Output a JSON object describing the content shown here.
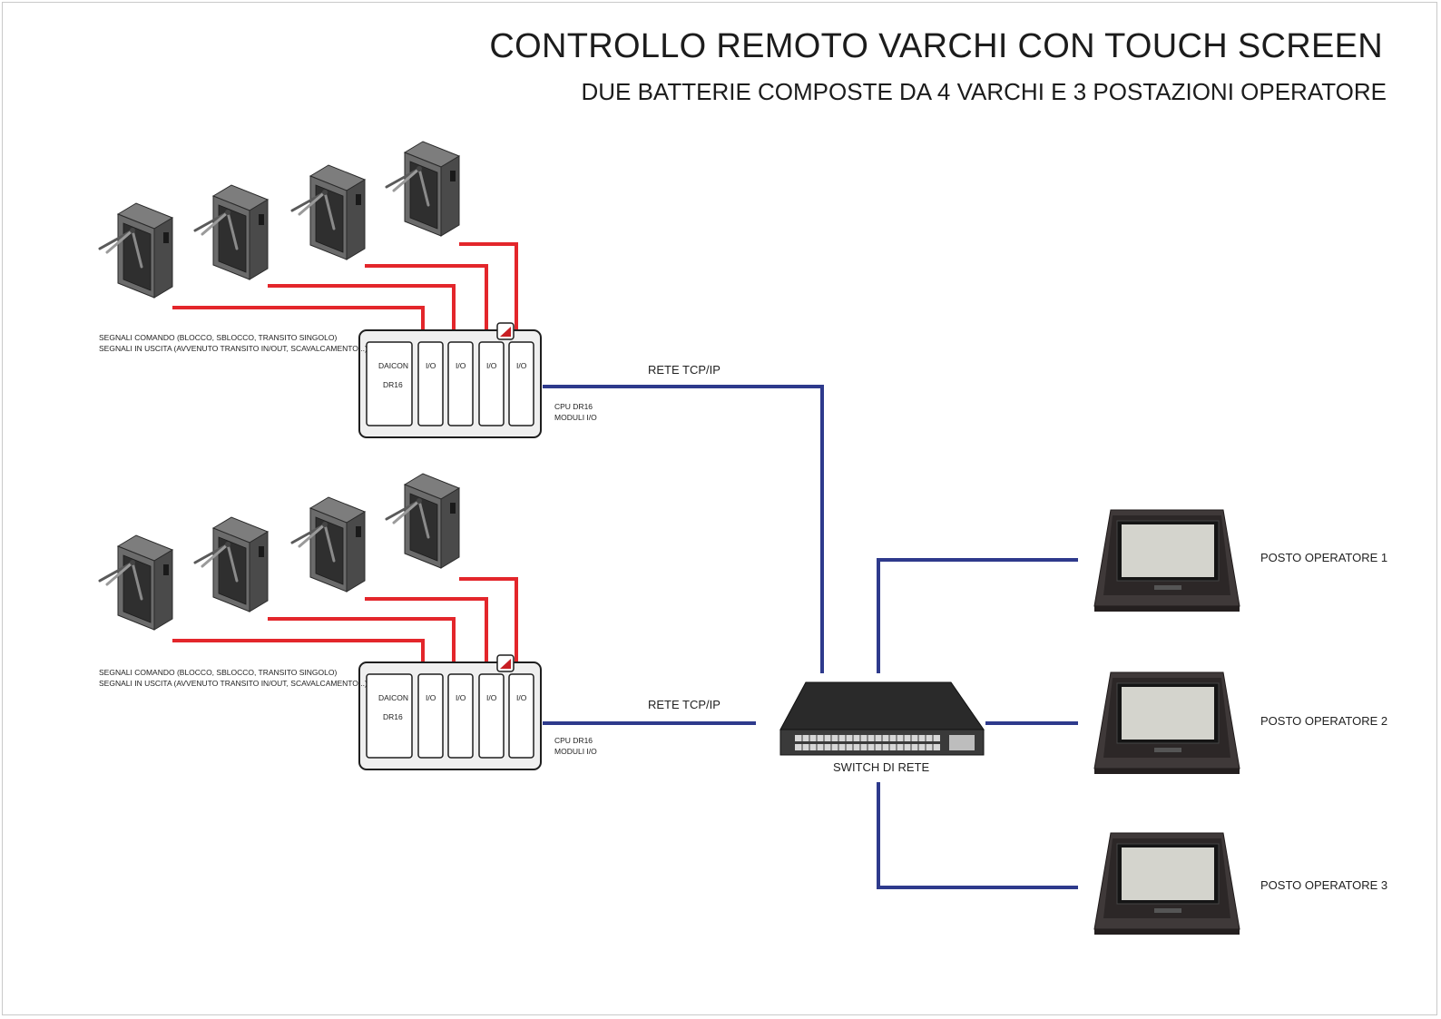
{
  "header": {
    "title": "CONTROLLO REMOTO VARCHI CON TOUCH SCREEN",
    "subtitle": "DUE BATTERIE COMPOSTE DA 4 VARCHI E 3 POSTAZIONI OPERATORE"
  },
  "batteries": [
    {
      "signals_line1": "SEGNALI COMANDO (BLOCCO, SBLOCCO, TRANSITO SINGOLO)",
      "signals_line2": "SEGNALI IN USCITA (AVVENUTO TRANSITO IN/OUT, SCAVALCAMENTO...)",
      "controller": {
        "cpu_line1": "DAICON",
        "cpu_line2": "DR16",
        "modules": [
          "I/O",
          "I/O",
          "I/O",
          "I/O"
        ]
      },
      "cpu_caption_line1": "CPU  DR16",
      "cpu_caption_line2": "MODULI  I/O",
      "network_label": "RETE TCP/IP"
    },
    {
      "signals_line1": "SEGNALI COMANDO (BLOCCO, SBLOCCO, TRANSITO SINGOLO)",
      "signals_line2": "SEGNALI IN USCITA (AVVENUTO TRANSITO IN/OUT, SCAVALCAMENTO...)",
      "controller": {
        "cpu_line1": "DAICON",
        "cpu_line2": "DR16",
        "modules": [
          "I/O",
          "I/O",
          "I/O",
          "I/O"
        ]
      },
      "cpu_caption_line1": "CPU  DR16",
      "cpu_caption_line2": "MODULI  I/O",
      "network_label": "RETE TCP/IP"
    }
  ],
  "switch": {
    "label": "SWITCH DI RETE"
  },
  "operators": [
    {
      "label": "POSTO OPERATORE 1"
    },
    {
      "label": "POSTO OPERATORE 2"
    },
    {
      "label": "POSTO OPERATORE 3"
    }
  ],
  "colors": {
    "signal_wire": "#e3262b",
    "network_wire": "#2e3a8c",
    "turnstile_body": "#6b6b6b",
    "panel_frame": "#3a3535"
  }
}
